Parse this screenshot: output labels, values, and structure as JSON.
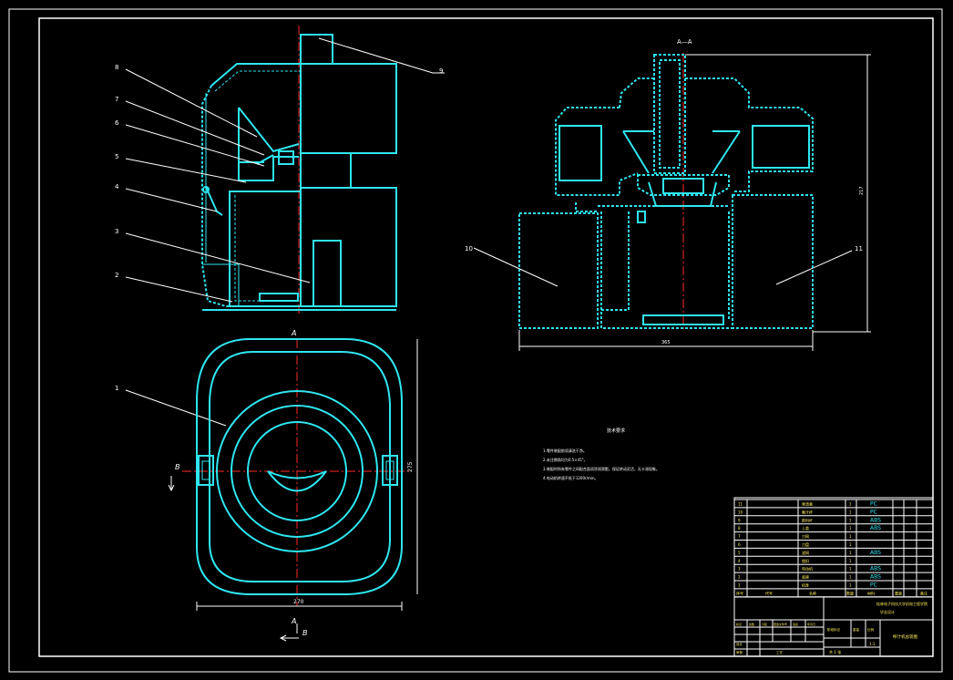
{
  "views": {
    "section_title": "A—A",
    "section_marker_a": "A",
    "section_marker_b": "B"
  },
  "callouts": {
    "left": [
      "8",
      "7",
      "6",
      "5",
      "4",
      "3",
      "2",
      "1"
    ],
    "right_top": "9",
    "section_left": "10",
    "section_right": "11"
  },
  "dimensions": {
    "section_height": "217",
    "section_width": "365",
    "plan_width": "270",
    "plan_height": "275"
  },
  "notes": {
    "title": "技术要求",
    "lines": [
      "1.零件装配前须清洗干净。",
      "2.未注倒角均为0.5×45°。",
      "3.装配时所有零件之间配合面须涂润滑脂，保证转动灵活，无卡滞现象。",
      "4.电动机转速不低于1200r/min。"
    ]
  },
  "bom": {
    "rows": [
      {
        "no": "11",
        "name": "果渣盒",
        "qty": "1",
        "mat": "PC"
      },
      {
        "no": "10",
        "name": "集汁杯",
        "qty": "1",
        "mat": "PC"
      },
      {
        "no": "9",
        "name": "推料杆",
        "qty": "1",
        "mat": "ABS"
      },
      {
        "no": "8",
        "name": "上盖",
        "qty": "1",
        "mat": "ABS"
      },
      {
        "no": "7",
        "name": "刀网",
        "qty": "1",
        "mat": ""
      },
      {
        "no": "6",
        "name": "刀盘",
        "qty": "1",
        "mat": ""
      },
      {
        "no": "5",
        "name": "滤网",
        "qty": "1",
        "mat": "ABS"
      },
      {
        "no": "4",
        "name": "锁扣",
        "qty": "1",
        "mat": ""
      },
      {
        "no": "3",
        "name": "电动机",
        "qty": "1",
        "mat": "ABS"
      },
      {
        "no": "2",
        "name": "底座",
        "qty": "1",
        "mat": "ABS"
      },
      {
        "no": "1",
        "name": "机身",
        "qty": "1",
        "mat": "PC"
      }
    ],
    "header": {
      "no": "序号",
      "code": "代号",
      "name": "名称",
      "qty": "数量",
      "mat": "材料",
      "weight": "重量",
      "note": "备注"
    }
  },
  "title_block": {
    "school": "桂林电子科技大学机电工程学院",
    "project": "毕业设计",
    "drawing_name": "榨汁机总装图",
    "scale_label": "比例",
    "scale": "1:1",
    "sheet_label": "共 1 张",
    "rows": [
      "标记",
      "处数",
      "分区",
      "更改文件号",
      "签名",
      "年月日"
    ],
    "roles": [
      "设计",
      "审核",
      "工艺"
    ],
    "stage": "阶段标记",
    "weight": "重量"
  }
}
